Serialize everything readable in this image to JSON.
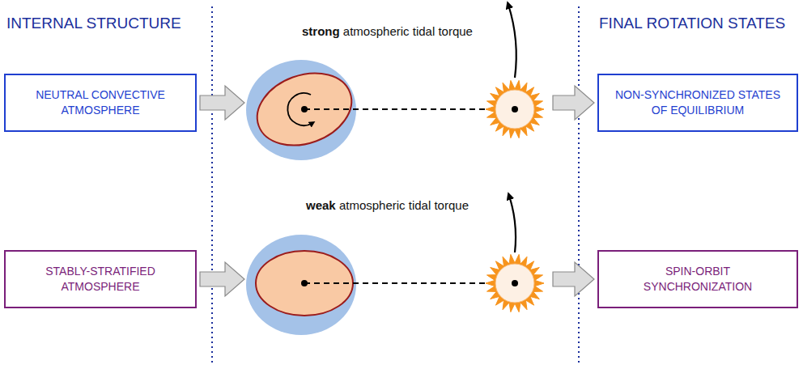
{
  "diagram": {
    "nodes": [
      {
        "text": [
          "NEUTRAL CONVECTIVE ATMOSPHERE"
        ]
      },
      {
        "text": [
          "NON-SYNCHRONIZED STATES OF EQUILIBRIUM"
        ]
      },
      {
        "text": [
          "STABLY-STRATIFIED ATMOSPHERE"
        ]
      },
      {
        "text": [
          "SPIN-ORBIT SYNCHRONIZATION"
        ]
      }
    ],
    "labels": [
      "INTERNAL STRUCTURE",
      "FINAL ROTATION STATES",
      "strong",
      "atmospheric tidal torque",
      "weak",
      "atmospheric tidal torque"
    ]
  }
}
